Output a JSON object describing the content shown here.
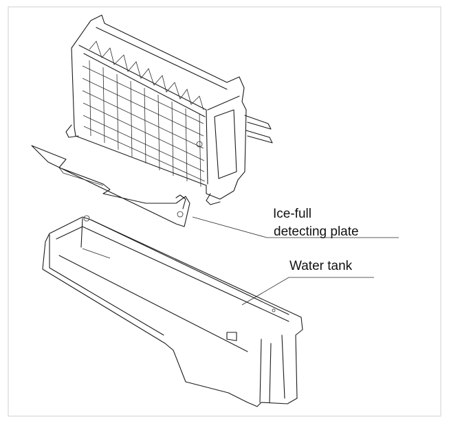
{
  "labels": {
    "ice_full_line1": "Ice-full",
    "ice_full_line2": "detecting plate",
    "water_tank": "Water tank"
  },
  "colors": {
    "background": "#ffffff",
    "frame": "#cfcfcf",
    "line": "#1a1a1a"
  }
}
